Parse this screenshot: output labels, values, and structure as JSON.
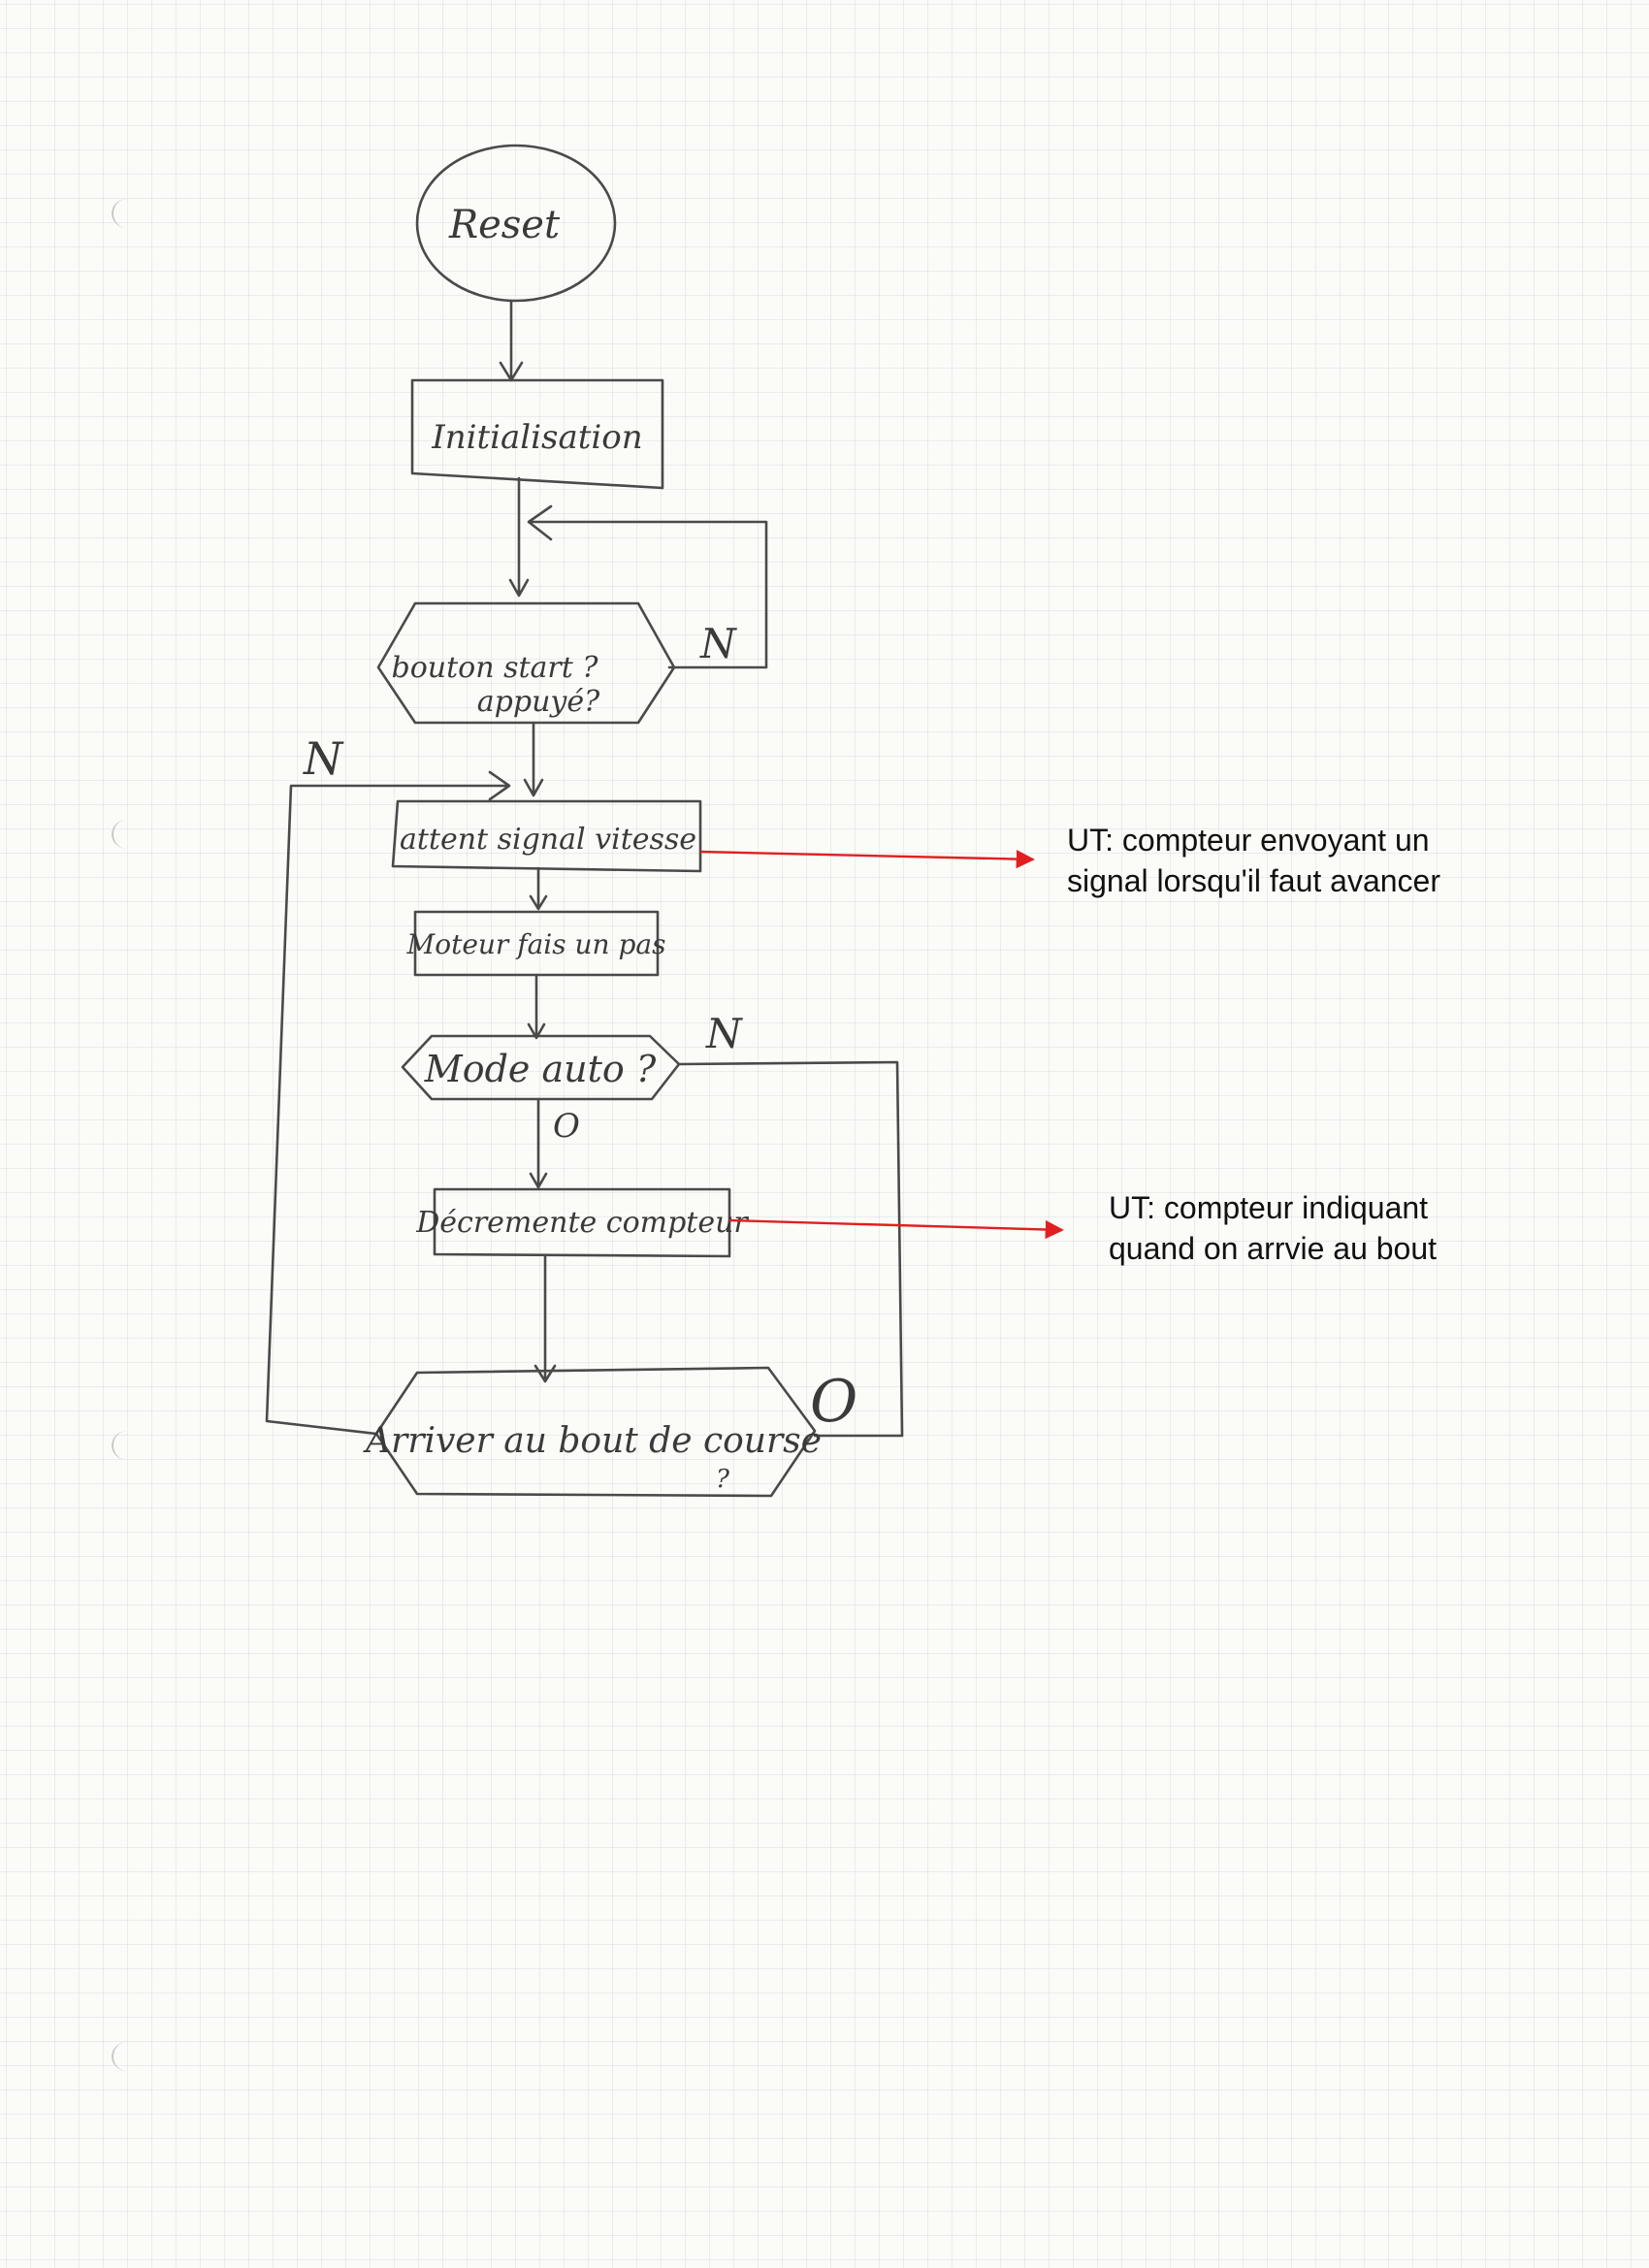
{
  "flowchart": {
    "nodes": [
      {
        "id": "reset",
        "shape": "oval",
        "label": "Reset"
      },
      {
        "id": "init",
        "shape": "rect",
        "label": "Initialisation"
      },
      {
        "id": "start",
        "shape": "hexagon",
        "label_line1": "bouton start ?",
        "label_line2": "appuyé?"
      },
      {
        "id": "wait",
        "shape": "rect",
        "label": "attent signal vitesse"
      },
      {
        "id": "motor",
        "shape": "rect",
        "label": "Moteur fais un pas"
      },
      {
        "id": "auto",
        "shape": "hexagon",
        "label": "Mode auto ?"
      },
      {
        "id": "dec",
        "shape": "rect",
        "label": "Décremente compteur"
      },
      {
        "id": "end",
        "shape": "hexagon",
        "label_line1": "Arriver au bout de course",
        "label_line2": "?"
      }
    ],
    "edge_labels": {
      "start_no": "N",
      "wait_loop_no": "N",
      "auto_no": "N",
      "auto_yes": "O",
      "end_yes": "O"
    }
  },
  "annotations": [
    {
      "line1": "UT: compteur envoyant un",
      "line2": "signal lorsqu'il faut avancer"
    },
    {
      "line1": "UT: compteur indiquant",
      "line2": "quand on arrvie au bout"
    }
  ],
  "colors": {
    "ink": "#4a4a4a",
    "annotation_arrow": "#e02020",
    "annotation_text": "#111111"
  }
}
